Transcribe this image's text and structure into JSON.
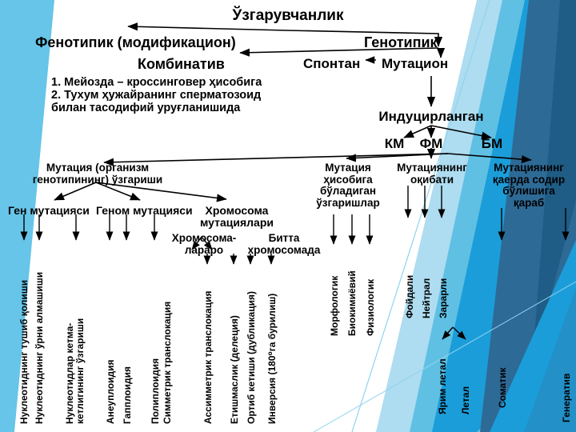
{
  "slide": {
    "title": "Ўзгарувчанлик",
    "theme": {
      "background_white": "#ffffff",
      "light_blue": "#66C5E8",
      "mid_blue": "#1B9DD9",
      "pale_blue": "#AEDCF0",
      "dark_blue": "#2E6A96",
      "deep_blue": "#1F5C86",
      "text_color": "#000000"
    }
  },
  "level1": {
    "root": "Ўзгарувчанлик",
    "phenotypic": "Фенотипик (модификацион)",
    "genotypic": "Генотипик"
  },
  "level2": {
    "combinative": "Комбинатив",
    "spontaneous": "Спонтан",
    "mutational": "Мутацион"
  },
  "combinative_notes": {
    "line1": "1. Мейозда – кроссинговер ҳисобига",
    "line2": "2. Тухум ҳужайранинг сперматозоид",
    "line3": "билан тасодифий уруғланишида"
  },
  "induced": {
    "label": "Индуцирланган",
    "types": [
      "КМ",
      "ФМ",
      "БМ"
    ]
  },
  "branches": {
    "mutation_definition": "Мутация (организм\nгенотипининг) ўзгариши",
    "changes_caused": "Мутация\nҳисобига\nбўладиган\nўзгаришлар",
    "consequence": "Мутациянинг\nоқибати",
    "location": "Мутациянинг\nқаерда содир\nбўлишига\nқараб"
  },
  "mutation_types": {
    "gene": "Ген мутацияси",
    "genome": "Геном мутацияси",
    "chromosome": "Хромосома\nмутациялари",
    "interchromosomal": "Хромосома-\nлараро",
    "intrachromosomal": "Битта\nхромосомада"
  },
  "vertical_labels": {
    "gene_mutations": [
      "Нуклеотиднинг тушиб қолиши",
      "Нуклеотиднинг ўрни алмашиши",
      "Нуклеотидлар кетма-\nкетлигининг ўзгариши"
    ],
    "genome_mutations": [
      "Анеуплоидия",
      "Гапплоидия",
      "Полиплоидия"
    ],
    "interchromosomal": [
      "Симметрик транслокация",
      "Ассимметрик транслокация"
    ],
    "intrachromosomal": [
      "Етишмаслик (делеция)",
      "Ортиб кетиши (дубликация)",
      "Инверсия (180⁰га бурилиш)"
    ],
    "changes_caused": [
      "Морфологик",
      "Биокимиёвий",
      "Физиологик"
    ],
    "consequence": [
      "Фойдали",
      "Нейтрал",
      "Зарарли"
    ],
    "harmful_sub": [
      "Ярим летал",
      "Летал"
    ],
    "location": [
      "Соматик",
      "Генератив"
    ]
  }
}
